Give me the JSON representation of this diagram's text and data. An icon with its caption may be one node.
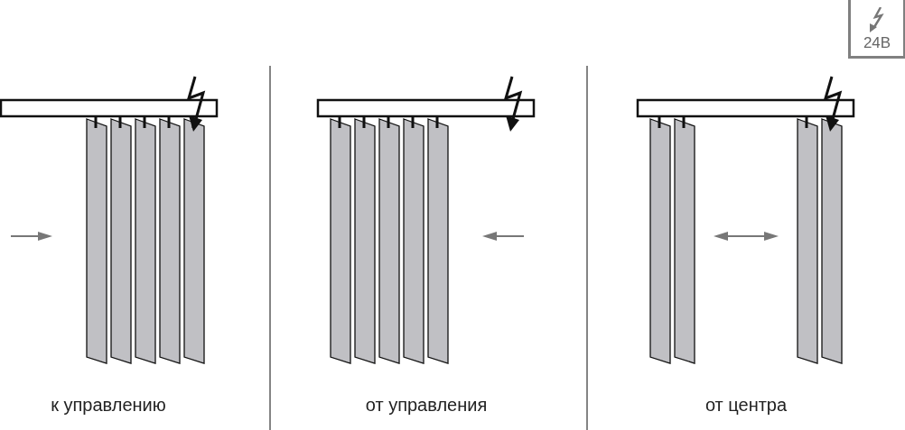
{
  "diagram": {
    "labels": [
      "24В",
      "к управлению",
      "от управления",
      "от центра"
    ]
  }
}
